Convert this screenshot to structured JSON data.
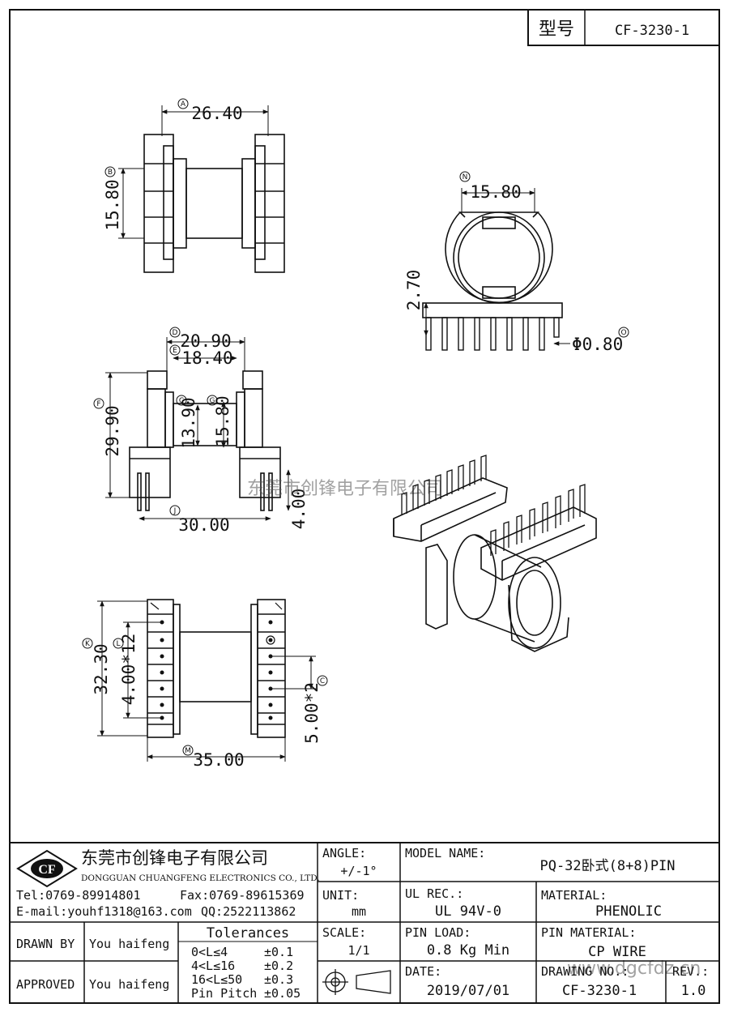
{
  "header": {
    "model_label": "型号",
    "model_value": "CF-3230-1"
  },
  "dimensions": {
    "top_width": "26.40",
    "top_height": "15.80",
    "side_diameter": "15.80",
    "pin_offset": "2.70",
    "pin_diameter": "Φ0.80",
    "front_flange_width": "20.90",
    "front_inner_width": "18.40",
    "front_inner_diam": "13.90",
    "front_outer_diam": "15.80",
    "front_height": "29.90",
    "front_base_width": "30.00",
    "pin_length": "4.00",
    "bottom_height": "32.30",
    "bottom_pitch": "4.00*12",
    "bottom_row_pitch": "5.00*2",
    "bottom_width": "35.00"
  },
  "circle_labels": {
    "a": "A",
    "b": "B",
    "n": "N",
    "o": "O",
    "d": "D",
    "e": "E",
    "c": "C",
    "g": "G",
    "f": "F",
    "j": "J",
    "k": "K",
    "l": "L",
    "m": "M"
  },
  "watermark": {
    "text": "东莞市创锋电子有限公司",
    "site": "www.dgcfdz.cn"
  },
  "company": {
    "logo_text": "CF",
    "name_cn": "东莞市创锋电子有限公司",
    "name_en": "DONGGUAN CHUANGFENG ELECTRONICS CO., LTD.",
    "tel": "Tel:0769-89914801",
    "fax": "Fax:0769-89615369",
    "email": "E-mail:youhf1318@163.com",
    "qq": "QQ:2522113862"
  },
  "title_block": {
    "angle_label": "ANGLE:",
    "angle_value": "+/-1°",
    "unit_label": "UNIT:",
    "unit_value": "mm",
    "scale_label": "SCALE:",
    "scale_value": "1/1",
    "model_name_label": "MODEL NAME:",
    "model_name_value": "PQ-32卧式(8+8)PIN",
    "ul_label": "UL REC.:",
    "ul_value": "UL 94V-0",
    "material_label": "MATERIAL:",
    "material_value": "PHENOLIC",
    "pin_load_label": "PIN LOAD:",
    "pin_load_value": "0.8 Kg Min",
    "pin_material_label": "PIN MATERIAL:",
    "pin_material_value": "CP WIRE",
    "date_label": "DATE:",
    "date_value": "2019/07/01",
    "drawing_no_label": "DRAWING NO.:",
    "drawing_no_value": "CF-3230-1",
    "rev_label": "REV.:",
    "rev_value": "1.0",
    "drawn_by_label": "DRAWN BY",
    "drawn_by_value": "You haifeng",
    "approved_label": "APPROVED",
    "approved_value": "You haifeng",
    "tolerances_title": "Tolerances",
    "tolerances": [
      {
        "range": "0<L≤4",
        "value": "±0.1"
      },
      {
        "range": "4<L≤16",
        "value": "±0.2"
      },
      {
        "range": "16<L≤50",
        "value": "±0.3"
      },
      {
        "range": "Pin Pitch",
        "value": "±0.05"
      }
    ]
  }
}
